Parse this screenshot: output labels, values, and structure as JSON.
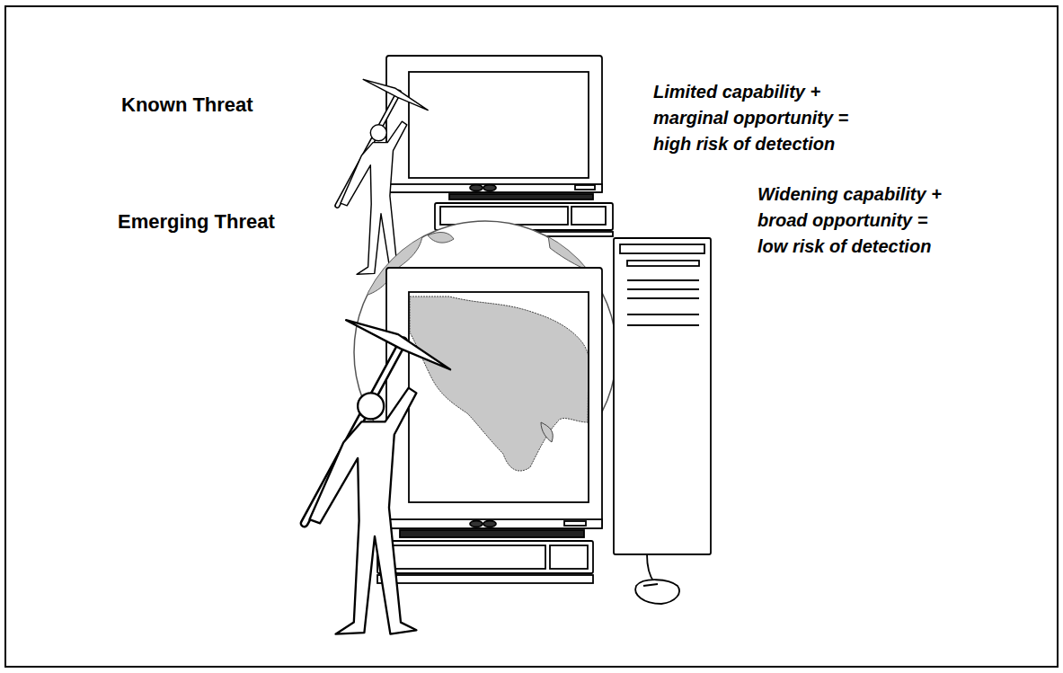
{
  "diagram": {
    "labels": [
      "Known Threat",
      "Limited capability + marginal opportunity = high risk of detection",
      "Emerging Threat",
      "Widening capability + broad opportunity = low risk of detection"
    ]
  }
}
